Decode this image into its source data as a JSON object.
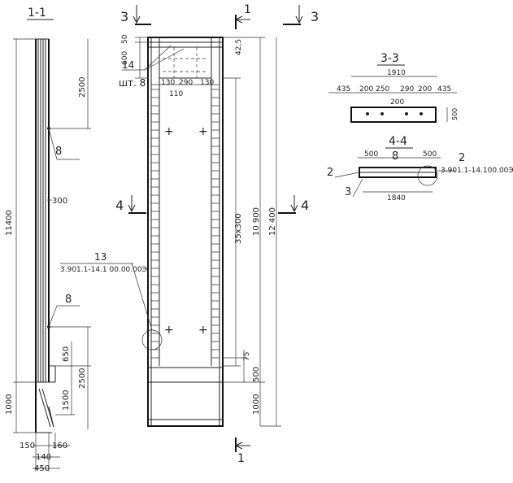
{
  "sections": {
    "s11": "1-1",
    "s33": "3-3",
    "s44": "4-4",
    "mark1": "1",
    "mark3": "3",
    "mark4": "4"
  },
  "dims": {
    "h11400": "11400",
    "d2500a": "2500",
    "d300": "300",
    "d650": "650",
    "d2500b": "2500",
    "d1500": "1500",
    "d1000a": "1000",
    "d150": "150",
    "d160": "160",
    "d140": "140",
    "d450": "450",
    "d50": "50",
    "d600": "600",
    "d130a": "130",
    "d290": "290",
    "d130b": "130",
    "d110": "110",
    "d425": "42,5",
    "d35x300": "35x300",
    "d10900": "10 900",
    "d12400": "12 400",
    "d75": "75",
    "d500": "500",
    "d1000b": "1000",
    "d1910": "1910",
    "d435a": "435",
    "d200a": "200",
    "d250a": "250",
    "d290b": "290",
    "d200b": "200",
    "d435b": "435",
    "d200c": "200",
    "d500b": "500",
    "d500c": "500",
    "d500d": "500",
    "d1840": "1840"
  },
  "callouts": {
    "c8a": "8",
    "c8b": "8",
    "c8c": "8",
    "c14": "14",
    "c14q": "шт. 8",
    "c13": "13",
    "c13ref": "3.901.1-14.1 00.00.00Э",
    "c2a": "2",
    "c2b": "2",
    "c2ref": "3.901.1-14.100.00Э",
    "c3": "3"
  }
}
